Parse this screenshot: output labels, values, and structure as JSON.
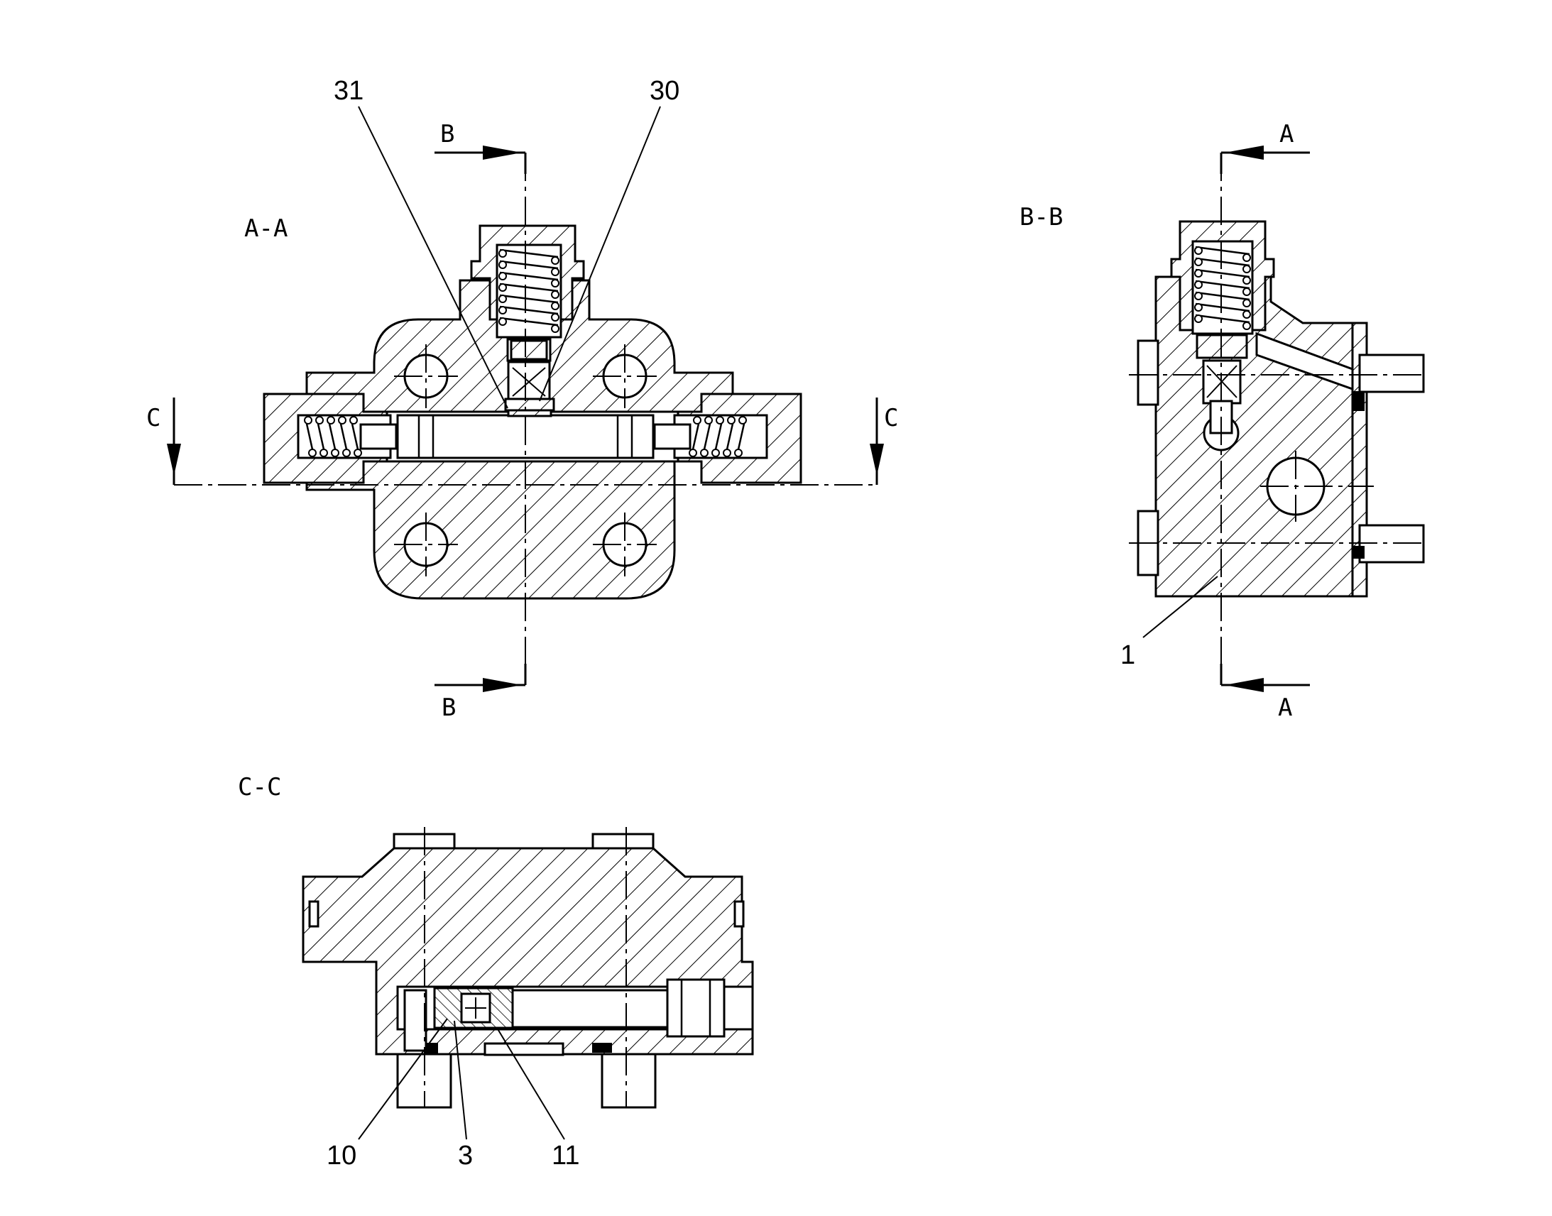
{
  "views": {
    "aa": {
      "title": "A-A"
    },
    "bb": {
      "title": "B-B"
    },
    "cc": {
      "title": "C-C"
    }
  },
  "section_markers": {
    "b_top": "B",
    "b_bottom": "B",
    "a_top": "A",
    "a_bottom": "A",
    "c_left": "C",
    "c_right": "C"
  },
  "callouts": {
    "part_31": "31",
    "part_30": "30",
    "part_1": "1",
    "part_10": "10",
    "part_3": "3",
    "part_11": "11"
  }
}
